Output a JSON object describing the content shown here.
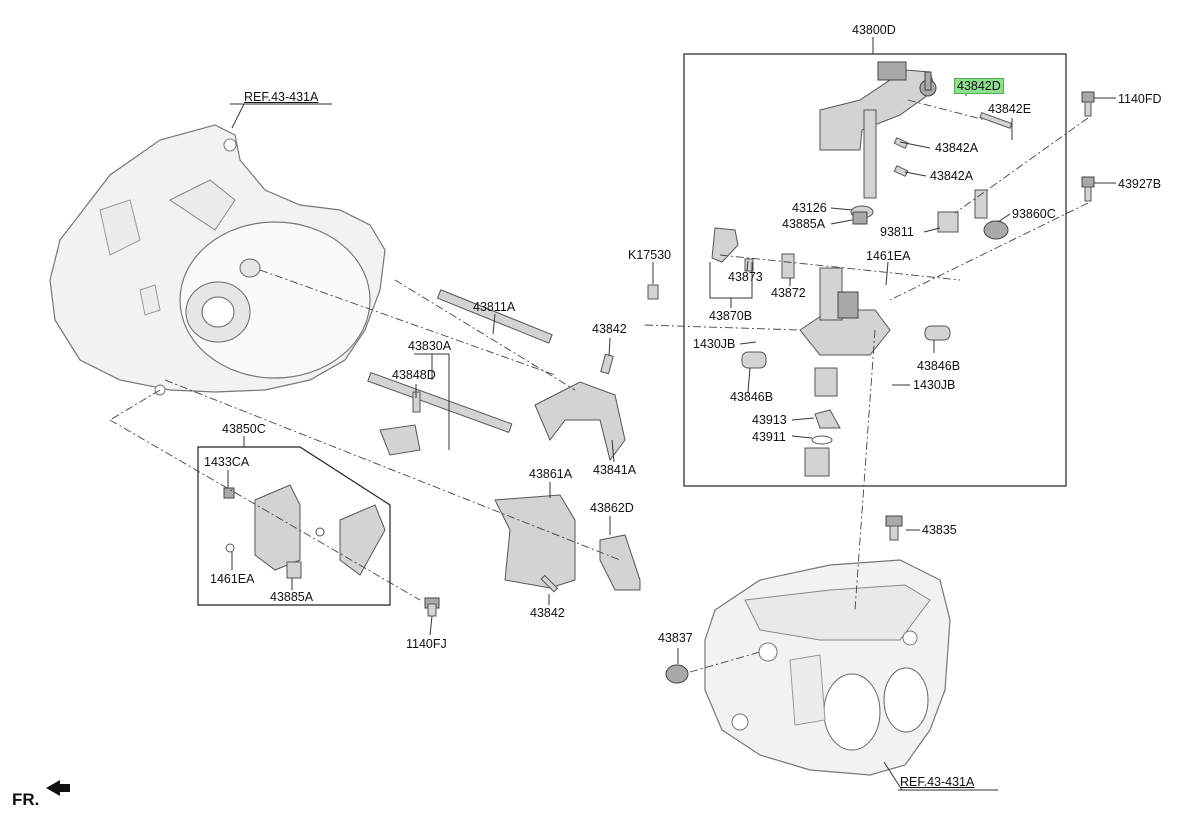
{
  "labels": {
    "ref_top": "REF.43-431A",
    "ref_bottom": "REF.43-431A",
    "p43800D": "43800D",
    "p43842D": "43842D",
    "p43842E": "43842E",
    "p43842A_1": "43842A",
    "p43842A_2": "43842A",
    "p1140FD": "1140FD",
    "p43927B": "43927B",
    "p43126": "43126",
    "p43885A_top": "43885A",
    "p93811": "93811",
    "p93860C": "93860C",
    "p1461EA_top": "1461EA",
    "pK17530": "K17530",
    "p43873": "43873",
    "p43872": "43872",
    "p43870B": "43870B",
    "p43811A": "43811A",
    "p43842_top": "43842",
    "p1430JB_left": "1430JB",
    "p43846B_right": "43846B",
    "p43846B_left": "43846B",
    "p1430JB_right": "1430JB",
    "p43913": "43913",
    "p43911": "43911",
    "p43830A": "43830A",
    "p43848D": "43848D",
    "p43841A": "43841A",
    "p43850C": "43850C",
    "p1433CA": "1433CA",
    "p43861A": "43861A",
    "p43862D": "43862D",
    "p1461EA_bottom": "1461EA",
    "p43885A_bottom": "43885A",
    "p43842_bottom": "43842",
    "p1140FJ": "1140FJ",
    "p43835": "43835",
    "p43837": "43837",
    "front": "FR."
  },
  "colors": {
    "highlight": "#8ee08e",
    "part_fill": "#d3d3d3",
    "line": "#333333"
  }
}
